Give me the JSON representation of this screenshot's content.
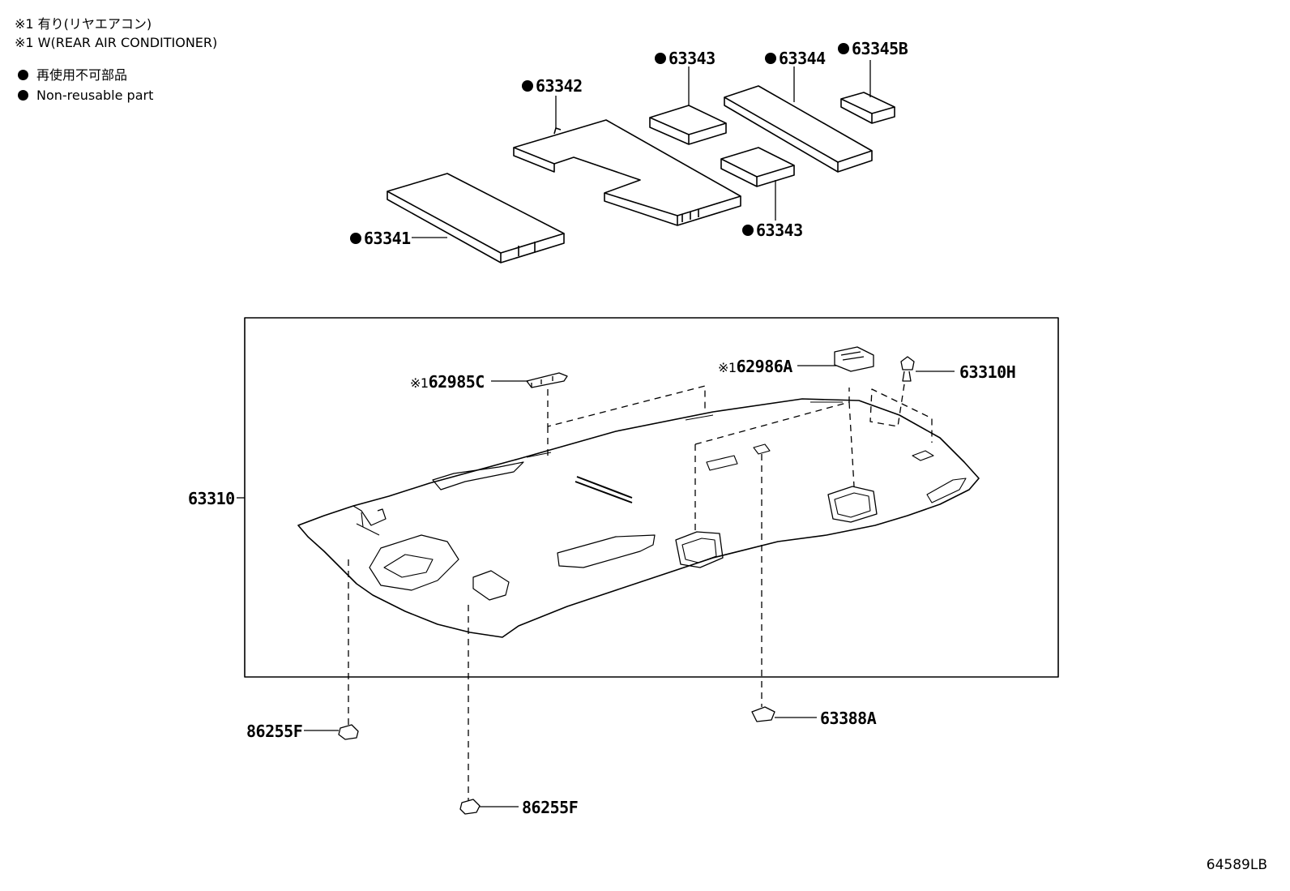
{
  "legend": {
    "note_jp": "※1 有り(リヤエアコン)",
    "note_en": "※1 W(REAR AIR CONDITIONER)",
    "nonreusable_jp": "再使用不可部品",
    "nonreusable_en": "Non-reusable part"
  },
  "note_marker": "※1",
  "callouts": {
    "p63341": "63341",
    "p63342": "63342",
    "p63343_top": "63343",
    "p63343_bottom": "63343",
    "p63344": "63344",
    "p63345b": "63345B",
    "p62985c": "62985C",
    "p62986a": "62986A",
    "p63310h": "63310H",
    "p63310": "63310",
    "p86255f_left": "86255F",
    "p86255f_bottom": "86255F",
    "p63388a": "63388A"
  },
  "illustration_code": "64589LB"
}
